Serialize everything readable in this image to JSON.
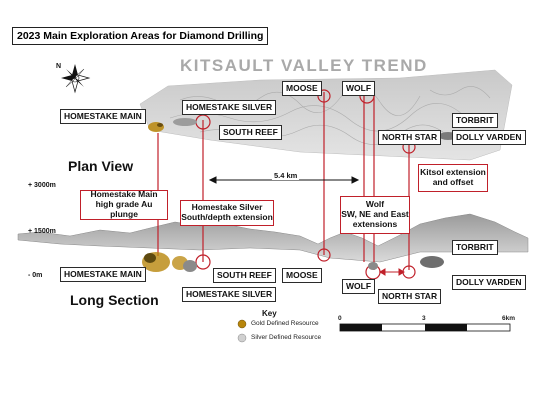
{
  "title": "2023 Main Exploration Areas for Diamond Drilling",
  "trend_name": "KITSAULT VALLEY TREND",
  "views": {
    "plan": "Plan View",
    "long": "Long Section"
  },
  "elevations": [
    "+ 3000m",
    "+ 1500m",
    "- 0m"
  ],
  "distance": "5.4 km",
  "plan_labels": {
    "homestake_main": "HOMESTAKE MAIN",
    "homestake_silver": "HOMESTAKE SILVER",
    "south_reef": "SOUTH REEF",
    "moose": "MOOSE",
    "wolf": "WOLF",
    "north_star": "NORTH STAR",
    "torbrit": "TORBRIT",
    "dolly_varden": "DOLLY VARDEN"
  },
  "section_labels": {
    "homestake_main": "HOMESTAKE MAIN",
    "homestake_silver": "HOMESTAKE SILVER",
    "south_reef": "SOUTH REEF",
    "moose": "MOOSE",
    "wolf": "WOLF",
    "north_star": "NORTH STAR",
    "torbrit": "TORBRIT",
    "dolly_varden": "DOLLY VARDEN"
  },
  "targets": {
    "homestake_main": [
      "Homestake Main",
      "high grade Au plunge"
    ],
    "homestake_silver": [
      "Homestake Silver",
      "South/depth extension"
    ],
    "wolf": [
      "Wolf",
      "SW, NE and East",
      "extensions"
    ],
    "kitsol": [
      "Kitsol extension",
      "and offset"
    ]
  },
  "legend": {
    "title": "Key",
    "items": [
      {
        "label": "Gold Defined Resource",
        "color": "#b8860b"
      },
      {
        "label": "Silver Defined Resource",
        "color": "#d0d0d0"
      }
    ]
  },
  "scale": {
    "ticks": [
      "0",
      "3",
      "6km"
    ]
  },
  "colors": {
    "target_red": "#c0202a",
    "gold": "#b8860b",
    "silver": "#cfcfcf"
  }
}
